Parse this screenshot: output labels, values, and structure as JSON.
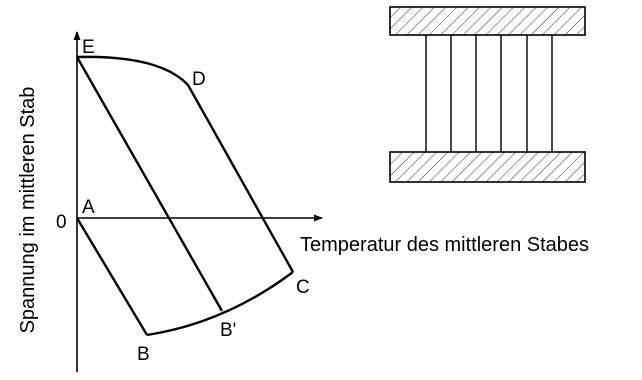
{
  "axes": {
    "y_label": "Spannung im mittleren Stab",
    "x_label": "Temperatur des mittleren Stabes",
    "origin_label": "0"
  },
  "points": {
    "A": "A",
    "B": "B",
    "B_prime": "B'",
    "C": "C",
    "D": "D",
    "E": "E"
  },
  "style": {
    "line_color": "#000000",
    "hatch_color": "#333333",
    "background": "#ffffff"
  }
}
